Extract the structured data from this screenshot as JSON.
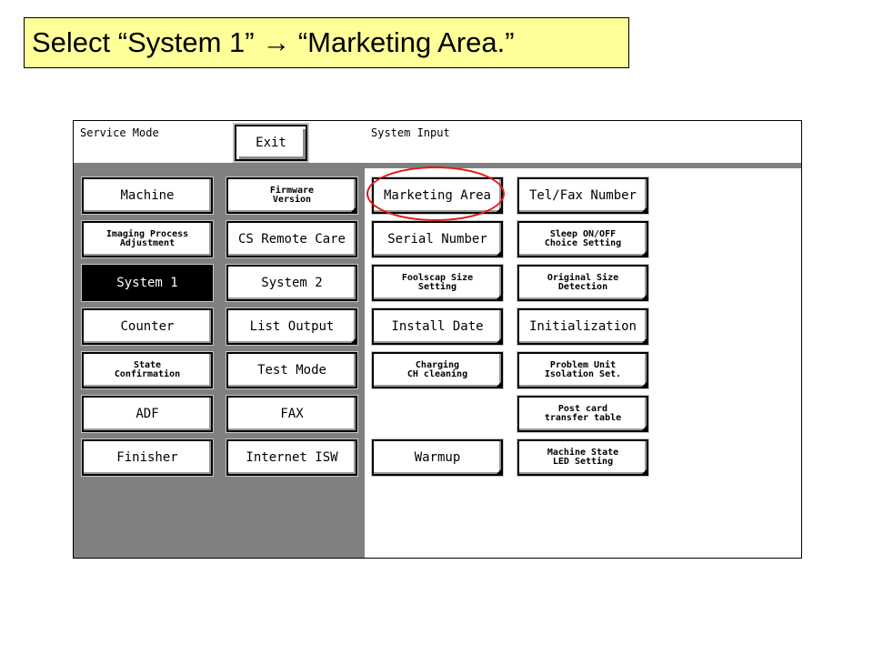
{
  "instruction": "Select “System 1” → “Marketing Area.”",
  "panel": {
    "service_mode_label": "Service Mode",
    "exit_label": "Exit",
    "system_input_label": "System Input"
  },
  "left_col1": [
    "Machine",
    "Imaging Process\nAdjustment",
    "System 1",
    "Counter",
    "State\nConfirmation",
    "ADF",
    "Finisher"
  ],
  "left_col2": [
    "Firmware\nVersion",
    "CS Remote Care",
    "System 2",
    "List Output",
    "Test Mode",
    "FAX",
    "Internet ISW"
  ],
  "right_col1": [
    "Marketing Area",
    "Serial Number",
    "Foolscap Size\nSetting",
    "Install Date",
    "Charging\nCH cleaning",
    "Warmup"
  ],
  "right_col2": [
    "Tel/Fax Number",
    "Sleep ON/OFF\nChoice Setting",
    "Original Size\nDetection",
    "Initialization",
    "Problem Unit\nIsolation Set.",
    "Post card\ntransfer table",
    "Machine State\nLED Setting"
  ],
  "colors": {
    "caption_bg": "#ffff99",
    "highlight": "#e01818",
    "panel_gray": "#808080"
  }
}
